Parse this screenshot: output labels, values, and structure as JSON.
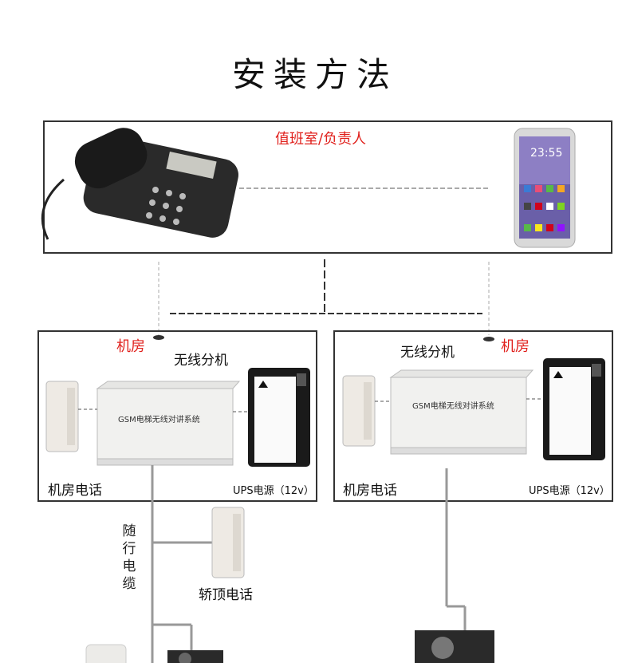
{
  "title": "安装方法",
  "top_box": {
    "label": "值班室/负责人",
    "phone_time": "23:55"
  },
  "left_room": {
    "room_label": "机房",
    "unit_label": "无线分机",
    "box_text": "GSM电梯无线对讲系统",
    "room_phone": "机房电话",
    "ups": "UPS电源（12v）"
  },
  "right_room": {
    "room_label": "机房",
    "unit_label": "无线分机",
    "box_text": "GSM电梯无线对讲系统",
    "room_phone": "机房电话",
    "ups": "UPS电源（12v）"
  },
  "cable_label": "随行电缆",
  "car_top_phone": "轿顶电话",
  "colors": {
    "accent": "#e0201c",
    "line": "#333333"
  }
}
